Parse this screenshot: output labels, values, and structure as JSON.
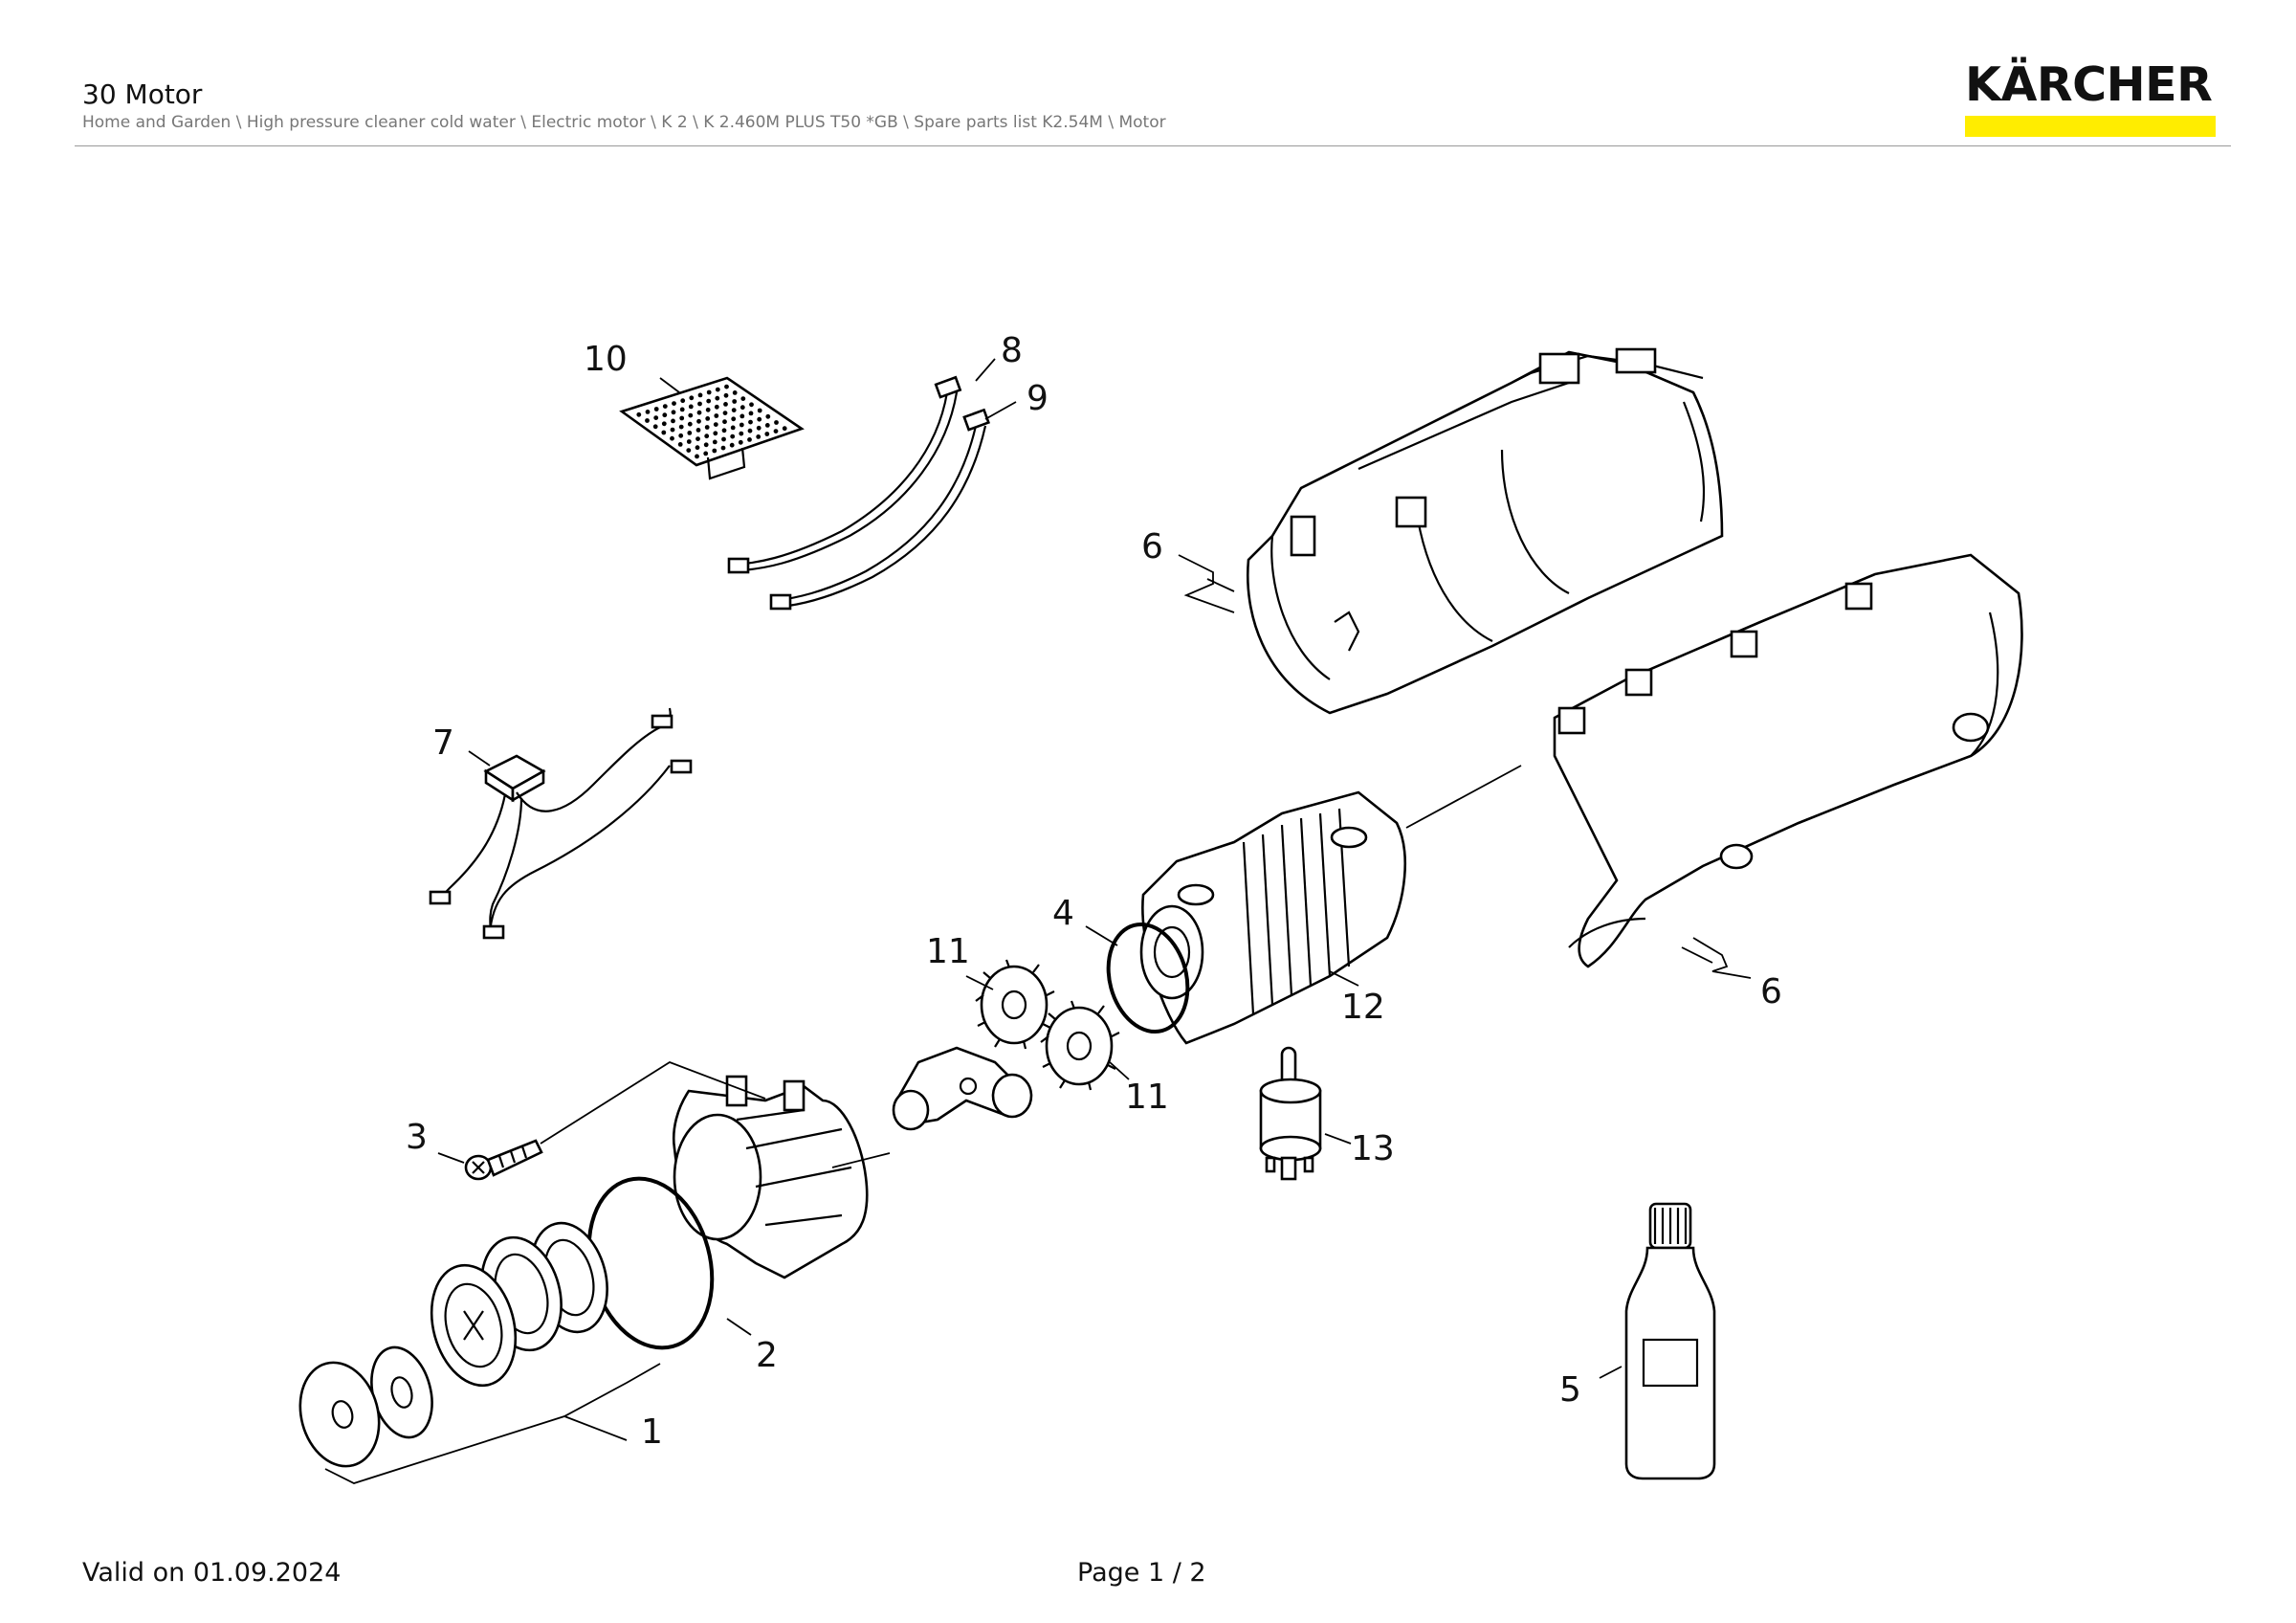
{
  "header": {
    "title": "30 Motor",
    "breadcrumb": "Home and Garden \\ High pressure cleaner cold water \\ Electric motor \\ K 2 \\ K 2.460M PLUS T50 *GB \\ Spare parts list K2.54M \\ Motor",
    "brand": "KÄRCHER",
    "brand_color": "#ffed00"
  },
  "callouts": [
    "10",
    "8",
    "9",
    "6",
    "7",
    "4",
    "11",
    "12",
    "3",
    "11",
    "13",
    "2",
    "1",
    "5",
    "6"
  ],
  "footer": {
    "valid": "Valid on 01.09.2024",
    "page": "Page 1 / 2"
  }
}
